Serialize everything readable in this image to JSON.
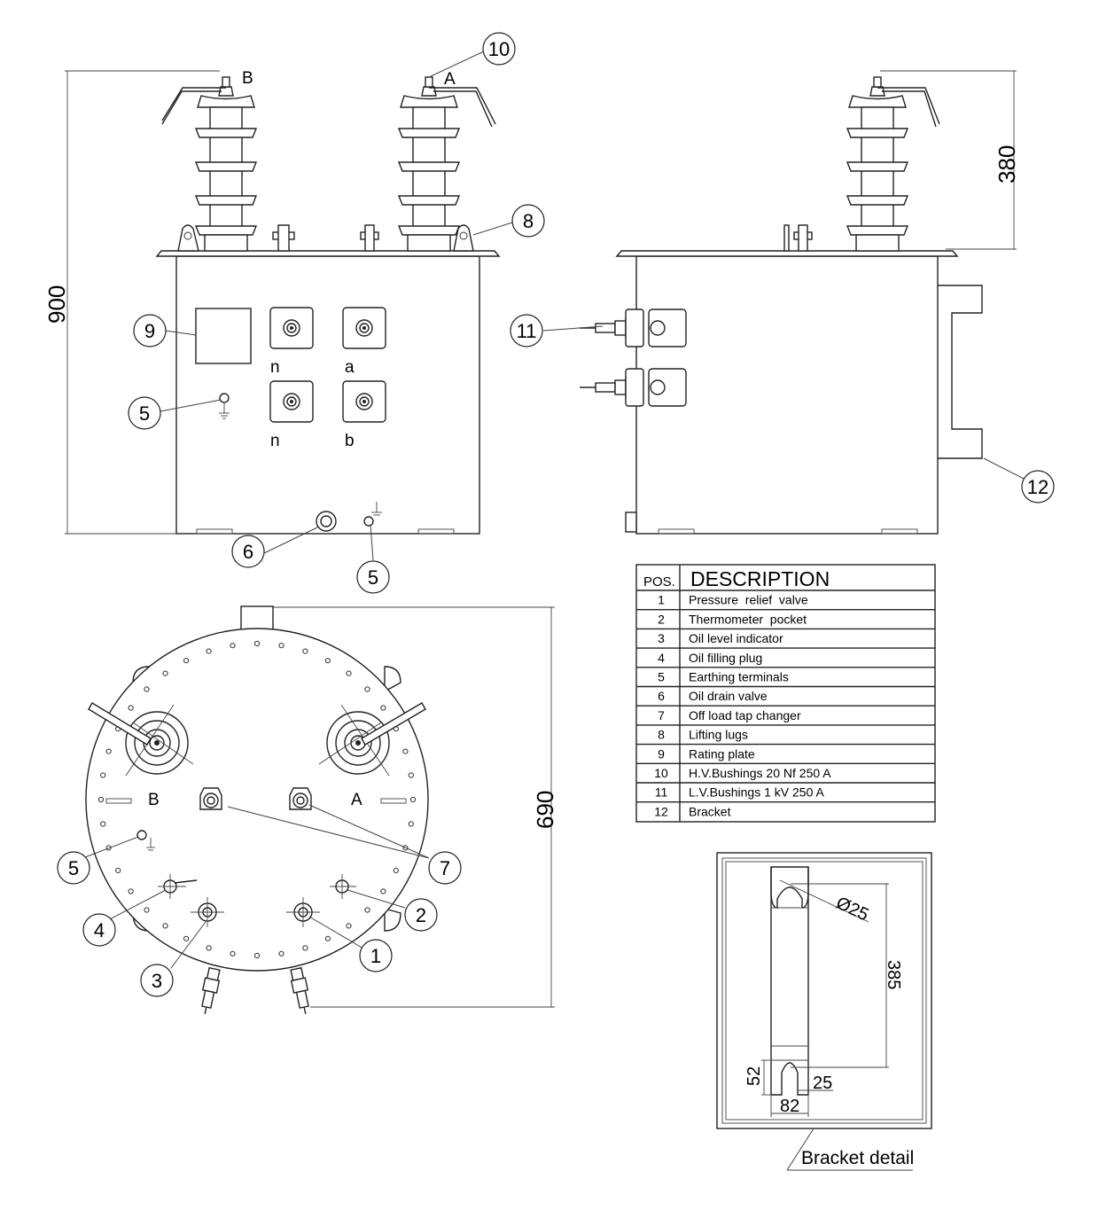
{
  "callouts": {
    "c1": "1",
    "c2": "2",
    "c3": "3",
    "c4": "4",
    "c5a": "5",
    "c5b": "5",
    "c5c": "5",
    "c6": "6",
    "c7": "7",
    "c8": "8",
    "c9": "9",
    "c10": "10",
    "c11": "11",
    "c12": "12"
  },
  "phase_labels": {
    "front_b": "B",
    "front_a": "A",
    "top_b": "B",
    "top_a": "A",
    "lv_n1": "n",
    "lv_a": "a",
    "lv_n2": "n",
    "lv_b": "b"
  },
  "dimensions": {
    "height_total": "900",
    "bushing_height": "380",
    "top_view_depth": "690",
    "hole_diameter": "Ø25",
    "slot_spacing": "385",
    "slot_height": "52",
    "slot_width": "25",
    "bracket_width": "82"
  },
  "table": {
    "header_pos": "POS.",
    "header_desc": "DESCRIPTION",
    "rows": [
      {
        "pos": "1",
        "desc": "Pressure  relief  valve"
      },
      {
        "pos": "2",
        "desc": "Thermometer  pocket"
      },
      {
        "pos": "3",
        "desc": "Oil level indicator"
      },
      {
        "pos": "4",
        "desc": "Oil filling plug"
      },
      {
        "pos": "5",
        "desc": "Earthing terminals"
      },
      {
        "pos": "6",
        "desc": "Oil drain valve"
      },
      {
        "pos": "7",
        "desc": "Off load tap changer"
      },
      {
        "pos": "8",
        "desc": "Lifting lugs"
      },
      {
        "pos": "9",
        "desc": "Rating plate"
      },
      {
        "pos": "10",
        "desc": "H.V.Bushings 20 Nf 250 A"
      },
      {
        "pos": "11",
        "desc": "L.V.Bushings 1 kV 250 A"
      },
      {
        "pos": "12",
        "desc": "Bracket"
      }
    ]
  },
  "bracket_detail_label": "Bracket detail"
}
